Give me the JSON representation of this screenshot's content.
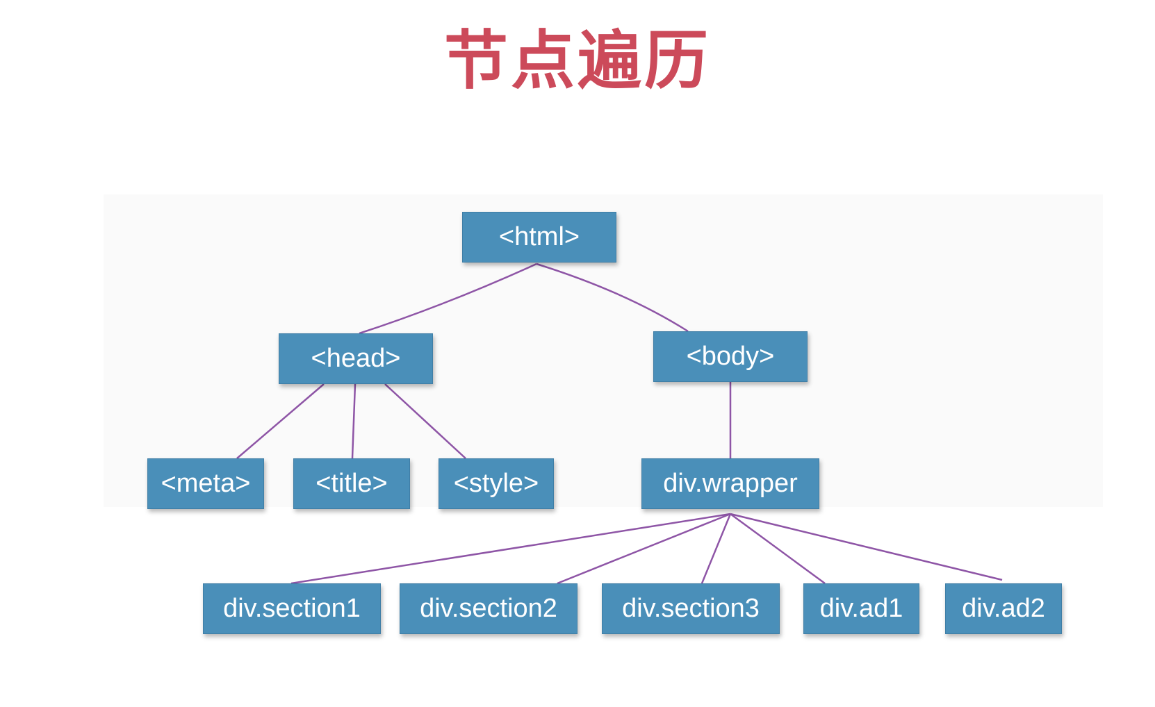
{
  "title": "节点遍历",
  "colors": {
    "title": "#cc4a5a",
    "node_fill": "#4a8fb9",
    "node_text": "#ffffff",
    "edge": "#8e55a6"
  },
  "tree": {
    "root": "<html>",
    "head": "<head>",
    "body": "<body>",
    "meta": "<meta>",
    "title_tag": "<title>",
    "style": "<style>",
    "wrapper": "div.wrapper",
    "section1": "div.section1",
    "section2": "div.section2",
    "section3": "div.section3",
    "ad1": "div.ad1",
    "ad2": "div.ad2"
  },
  "edges": [
    [
      "<html>",
      "<head>"
    ],
    [
      "<html>",
      "<body>"
    ],
    [
      "<head>",
      "<meta>"
    ],
    [
      "<head>",
      "<title>"
    ],
    [
      "<head>",
      "<style>"
    ],
    [
      "<body>",
      "div.wrapper"
    ],
    [
      "div.wrapper",
      "div.section1"
    ],
    [
      "div.wrapper",
      "div.section2"
    ],
    [
      "div.wrapper",
      "div.section3"
    ],
    [
      "div.wrapper",
      "div.ad1"
    ],
    [
      "div.wrapper",
      "div.ad2"
    ]
  ]
}
